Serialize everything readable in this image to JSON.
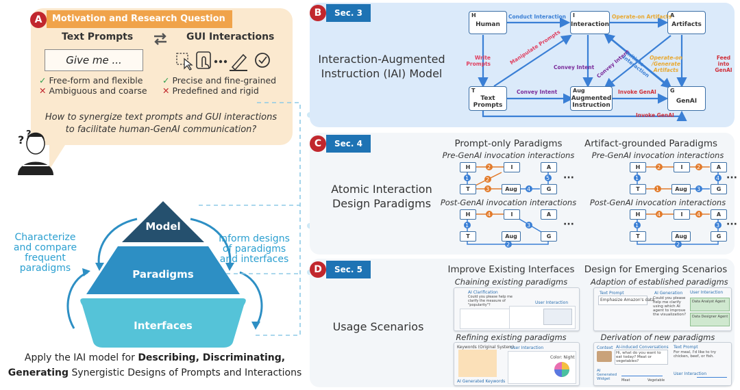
{
  "panel_a": {
    "badge": "A",
    "title": "Motivation and Research Question",
    "text_prompts_head": "Text Prompts",
    "gui_head": "GUI Interactions",
    "prompt_example": "Give me ...",
    "text_pro": "Free-form and flexible",
    "text_con": "Ambiguous and coarse",
    "gui_pro": "Precise and fine-grained",
    "gui_con": "Predefined and rigid",
    "question_line1": "How to synergize text prompts and GUI interactions",
    "question_line2": "to facilitate human-GenAI communication?"
  },
  "pyramid": {
    "model": "Model",
    "paradigms": "Paradigms",
    "interfaces": "Interfaces",
    "left_label": [
      "Characterize",
      "and compare",
      "frequent",
      "paradigms"
    ],
    "right_label": [
      "Inform designs",
      "of paradigms",
      "and interfaces"
    ],
    "caption_line1_pre": "Apply the IAI model for ",
    "caption_line1_bold": "Describing, Discriminating,",
    "caption_line2_bold": "Generating",
    "caption_line2_post": " Synergistic Designs of Prompts and Interactions"
  },
  "panel_b": {
    "badge": "B",
    "sec": "Sec. 3",
    "label": [
      "Interaction-Augmented",
      "Instruction (IAI) Model"
    ],
    "nodes": {
      "H": {
        "id": "H",
        "name": "Human"
      },
      "I": {
        "id": "I",
        "name": "Interaction"
      },
      "A": {
        "id": "A",
        "name": "Artifacts"
      },
      "T": {
        "id": "T",
        "name": "Text Prompts"
      },
      "Aug": {
        "id": "Aug",
        "name": "Augmented Instruction"
      },
      "G": {
        "id": "G",
        "name": "GenAI"
      }
    },
    "edges": {
      "conduct": "Conduct Interaction",
      "operate": "Operate-on Artifacts",
      "write": "Write Prompts",
      "manipulate": "Manipulate Prompts",
      "convey_intent_i": "Convey Intent",
      "convey_intent_diag": "Convey Intent",
      "initiate": "Initiate Interaction",
      "operate_generate": "Operate-on /Generate Artifacts",
      "feed": "Feed into GenAI",
      "convey_intent_t": "Convey Intent",
      "invoke1": "Invoke GenAI",
      "invoke2": "Invoke GenAI"
    }
  },
  "panel_c": {
    "badge": "C",
    "sec": "Sec. 4",
    "label": [
      "Atomic Interaction",
      "Design Paradigms"
    ],
    "prompt_only": "Prompt-only Paradigms",
    "artifact_grounded": "Artifact-grounded Paradigms",
    "pre_left": "Pre-GenAI invocation interactions",
    "pre_right": "Pre-GenAI invocation interactions",
    "post_left": "Post-GenAI invocation interactions",
    "post_right": "Post-GenAI invocation interactions",
    "ellipsis": "···"
  },
  "panel_d": {
    "badge": "D",
    "sec": "Sec. 5",
    "label": "Usage Scenarios",
    "improve": "Improve Existing Interfaces",
    "chaining": "Chaining existing paradigms",
    "refining": "Refining existing paradigms",
    "emerging": "Design for Emerging Scenarios",
    "adaption": "Adaption of established paradigms",
    "derivation": "Derivation of new paradigms",
    "s1_a": "AI Clarification",
    "s1_b": "Could you please help me clarify the measure of \"popularity\"?",
    "s1_c": "User Interaction",
    "s2_a": "Keywords (Original System)",
    "s2_b": "User Interaction",
    "s2_c": "AI Generated Keywords",
    "s2_d": "Color: Night",
    "s3_a": "Text Prompt",
    "s3_b": "Emphasize Amazon's data.",
    "s3_c": "AI Generation",
    "s3_d": "Could you please help me clarify using which AI agent to improve the visualization?",
    "s3_e": "User Interaction",
    "s3_f": "Data Analyst Agent",
    "s3_g": "Data Designer Agent",
    "s4_a": "Context",
    "s4_b": "AI-induced Conversations",
    "s4_c": "Hi, what do you want to eat today? Meat or vegetables?",
    "s4_d": "AI Generated Widget",
    "s4_e": "Meat",
    "s4_f": "Vegetable",
    "s4_g": "Text Prompt",
    "s4_h": "For meal, I'd like to try chicken, beef, or fish.",
    "s4_i": "User Interaction"
  },
  "colors": {
    "blue": "#3a7fd5",
    "orange": "#e27a2a",
    "purple": "#7a2a9a",
    "red": "#d0303a",
    "pink": "#e04060",
    "gold": "#e8a830",
    "pyramid_dark": "#25506e",
    "pyramid_mid": "#2d8fc4",
    "pyramid_light": "#55c3d8"
  }
}
